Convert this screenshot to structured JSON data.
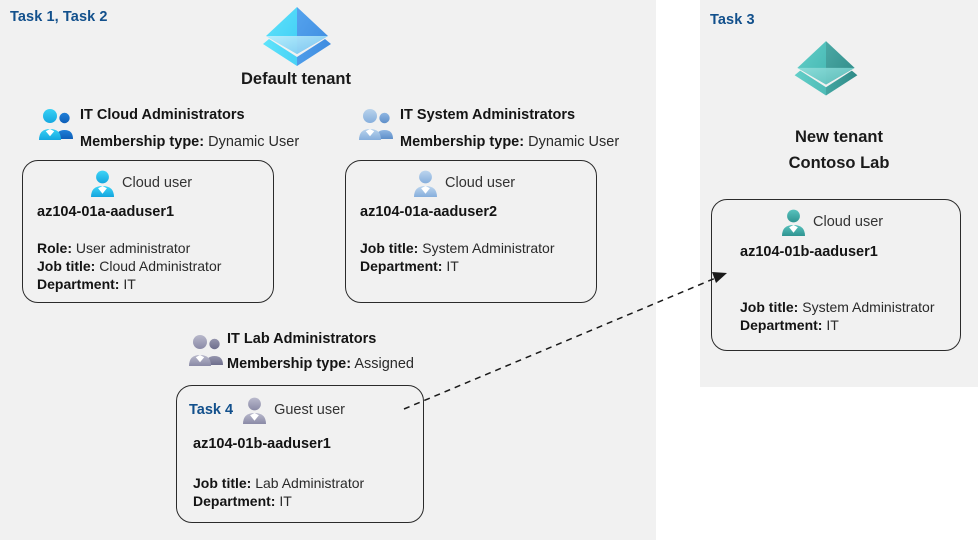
{
  "panels": {
    "left": {
      "task_label": "Task 1, Task 2"
    },
    "right": {
      "task_label": "Task 3"
    }
  },
  "tenants": [
    {
      "id": "default-tenant",
      "name": "Default tenant",
      "name_line2": "",
      "icon": "azure-ad-tenant-icon",
      "color": "#3ec9f0"
    },
    {
      "id": "new-tenant",
      "name": "New  tenant",
      "name_line2": "Contoso Lab",
      "icon": "azure-ad-tenant-icon",
      "color": "#4cbdb8"
    }
  ],
  "groups": [
    {
      "id": "it-cloud-administrators",
      "title": "IT Cloud Administrators",
      "membership_label": "Membership type:",
      "membership_value": "Dynamic User",
      "icon": "user-group-icon",
      "icon_color": "#29bdf0"
    },
    {
      "id": "it-system-administrators",
      "title": "IT System Administrators",
      "membership_label": "Membership type:",
      "membership_value": "Dynamic User",
      "icon": "user-group-icon",
      "icon_color": "#9bbde0"
    },
    {
      "id": "it-lab-administrators",
      "title": "IT Lab Administrators",
      "membership_label": "Membership type:",
      "membership_value": "Assigned",
      "icon": "user-group-icon",
      "icon_color": "#9a9ab4"
    }
  ],
  "user_cards": [
    {
      "id": "az104-01a-aaduser1",
      "task_inline": "",
      "user_type": "Cloud user",
      "icon": "cloud-user-icon",
      "icon_color": "#29bdf0",
      "name": "az104-01a-aaduser1",
      "attributes": [
        {
          "label": "Role:",
          "value": "User administrator"
        },
        {
          "label": "Job title:",
          "value": "Cloud Administrator"
        },
        {
          "label": "Department:",
          "value": "IT"
        }
      ]
    },
    {
      "id": "az104-01a-aaduser2",
      "task_inline": "",
      "user_type": "Cloud user",
      "icon": "cloud-user-icon",
      "icon_color": "#9bbde0",
      "name": "az104-01a-aaduser2",
      "attributes": [
        {
          "label": "Job title:",
          "value": "System Administrator"
        },
        {
          "label": "Department:",
          "value": "IT"
        }
      ]
    },
    {
      "id": "az104-01b-aaduser1-guest",
      "task_inline": "Task 4",
      "user_type": "Guest user",
      "icon": "guest-user-icon",
      "icon_color": "#9a9ab4",
      "name": "az104-01b-aaduser1",
      "attributes": [
        {
          "label": "Job title:",
          "value": "Lab Administrator"
        },
        {
          "label": "Department:",
          "value": "IT"
        }
      ]
    },
    {
      "id": "az104-01b-aaduser1-cloud",
      "task_inline": "",
      "user_type": "Cloud user",
      "icon": "cloud-user-icon",
      "icon_color": "#3aa8a4",
      "name": "az104-01b-aaduser1",
      "attributes": [
        {
          "label": "Job title:",
          "value": "System Administrator"
        },
        {
          "label": "Department:",
          "value": "IT"
        }
      ]
    }
  ],
  "connector": {
    "id": "guest-to-cloud-invite-arrow",
    "style": "dashed-arrow",
    "color": "#1a1a1a"
  },
  "colors": {
    "panel_background": "#f1f1f1",
    "page_background": "#ffffff",
    "task_label": "#12508c",
    "card_border": "#2b2b2b",
    "text": "#141414"
  }
}
